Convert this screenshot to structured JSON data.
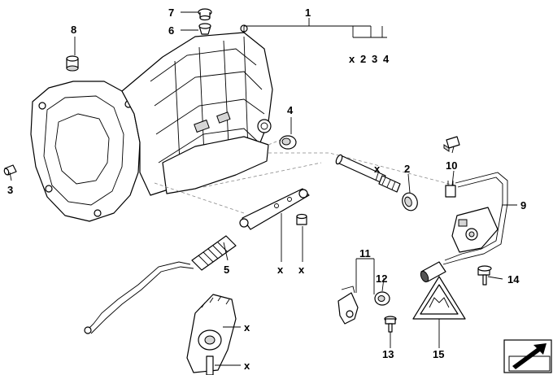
{
  "callouts": {
    "c1": "1",
    "c2": "2",
    "c3": "3",
    "c4": "4",
    "c5": "5",
    "c6": "6",
    "c7": "7",
    "c8": "8",
    "c9": "9",
    "c10": "10",
    "c11": "11",
    "c12": "12",
    "c13": "13",
    "c14": "14",
    "c15": "15"
  },
  "kit": {
    "x": "x",
    "n2": "2",
    "n3": "3",
    "n4": "4"
  },
  "misc_x": [
    "x",
    "x",
    "x",
    "x",
    "x"
  ],
  "corner_icon": "arrow-icon"
}
